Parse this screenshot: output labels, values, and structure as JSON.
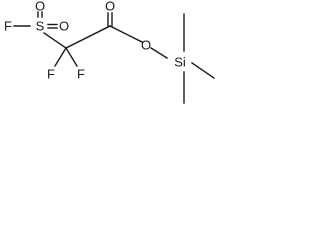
{
  "molecule": {
    "atoms": {
      "fluorine_sulfonyl": "F",
      "sulfur": "S",
      "oxygen_sulfonyl_top": "O",
      "oxygen_sulfonyl_right": "O",
      "oxygen_carbonyl": "O",
      "oxygen_ester": "O",
      "silicon": "Si",
      "fluorine_left": "F",
      "fluorine_right": "F"
    }
  }
}
